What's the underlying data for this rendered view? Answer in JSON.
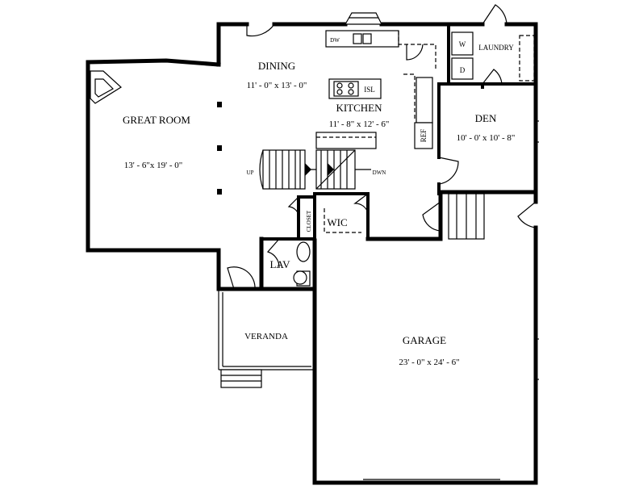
{
  "rooms": {
    "dining": {
      "name": "DINING",
      "dims": "11' - 0\" x 13' - 0\""
    },
    "kitchen": {
      "name": "KITCHEN",
      "dims": "11' - 8\" x 12' - 6\""
    },
    "great_room": {
      "name": "GREAT ROOM",
      "dims": "13' - 6\"x 19' - 0\""
    },
    "den": {
      "name": "DEN",
      "dims": "10' - 0' x 10' - 8\""
    },
    "garage": {
      "name": "GARAGE",
      "dims": "23' - 0\" x 24' - 6\""
    },
    "veranda": {
      "name": "VERANDA"
    },
    "laundry": {
      "name": "LAUNDRY"
    },
    "lav": {
      "name": "LAV"
    },
    "wic": {
      "name": "WIC"
    },
    "closet": {
      "name": "CLOSET"
    }
  },
  "fixtures": {
    "dishwasher": "DW",
    "island": "ISL",
    "refrigerator": "REF",
    "washer": "W",
    "dryer": "D",
    "stairs_up": "UP",
    "stairs_down": "DWN"
  }
}
